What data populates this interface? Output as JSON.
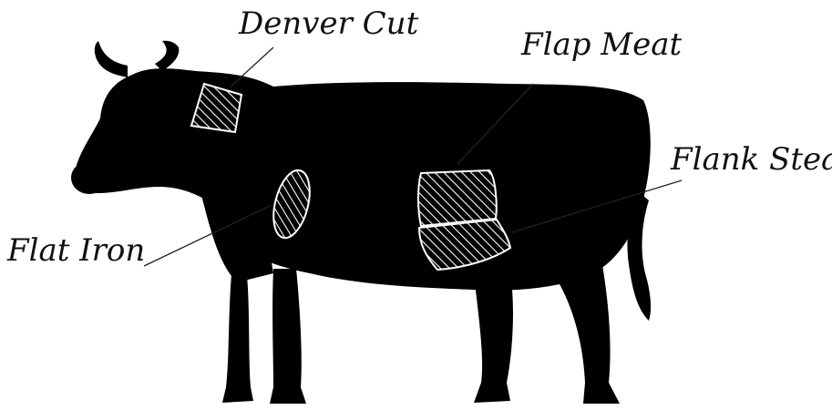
{
  "diagram": {
    "subject": "cow-silhouette",
    "colors": {
      "silhouette": "#000000",
      "background": "#ffffff",
      "hatch_stroke": "#ffffff",
      "label_text": "#111111",
      "leader_line": "#222222"
    },
    "cuts": {
      "denver": {
        "label": "Denver Cut"
      },
      "flap": {
        "label": "Flap Meat"
      },
      "flank": {
        "label": "Flank Steak"
      },
      "flat_iron": {
        "label": "Flat Iron"
      }
    }
  }
}
